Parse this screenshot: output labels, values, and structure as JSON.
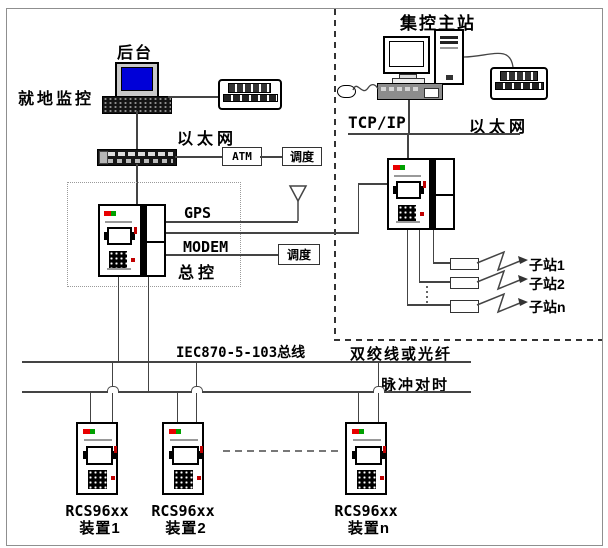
{
  "diagram": {
    "labels": {
      "backend": "后台",
      "local_monitoring": "就地监控",
      "ethernet_left": "以太网",
      "atm": "ATM",
      "dispatch_top": "调度",
      "gps": "GPS",
      "modem": "MODEM",
      "dispatch_mid": "调度",
      "master": "总控",
      "central_master_station": "集控主站",
      "tcpip": "TCP/IP",
      "ethernet_right": "以太网",
      "bus_iec": "IEC870-5-103总线",
      "bus_medium": "双绞线或光纤",
      "bus_pulse": "脉冲对时"
    },
    "substations": [
      "子站1",
      "子站2",
      "子站n"
    ],
    "devices": [
      {
        "model": "RCS96xx",
        "unit": "装置1"
      },
      {
        "model": "RCS96xx",
        "unit": "装置2"
      },
      {
        "model": "RCS96xx",
        "unit": "装置n"
      }
    ],
    "colors": {
      "screen_blue": "#0000D8",
      "led_red": "#E80000",
      "led_green": "#00A000",
      "line": "#444444"
    }
  }
}
